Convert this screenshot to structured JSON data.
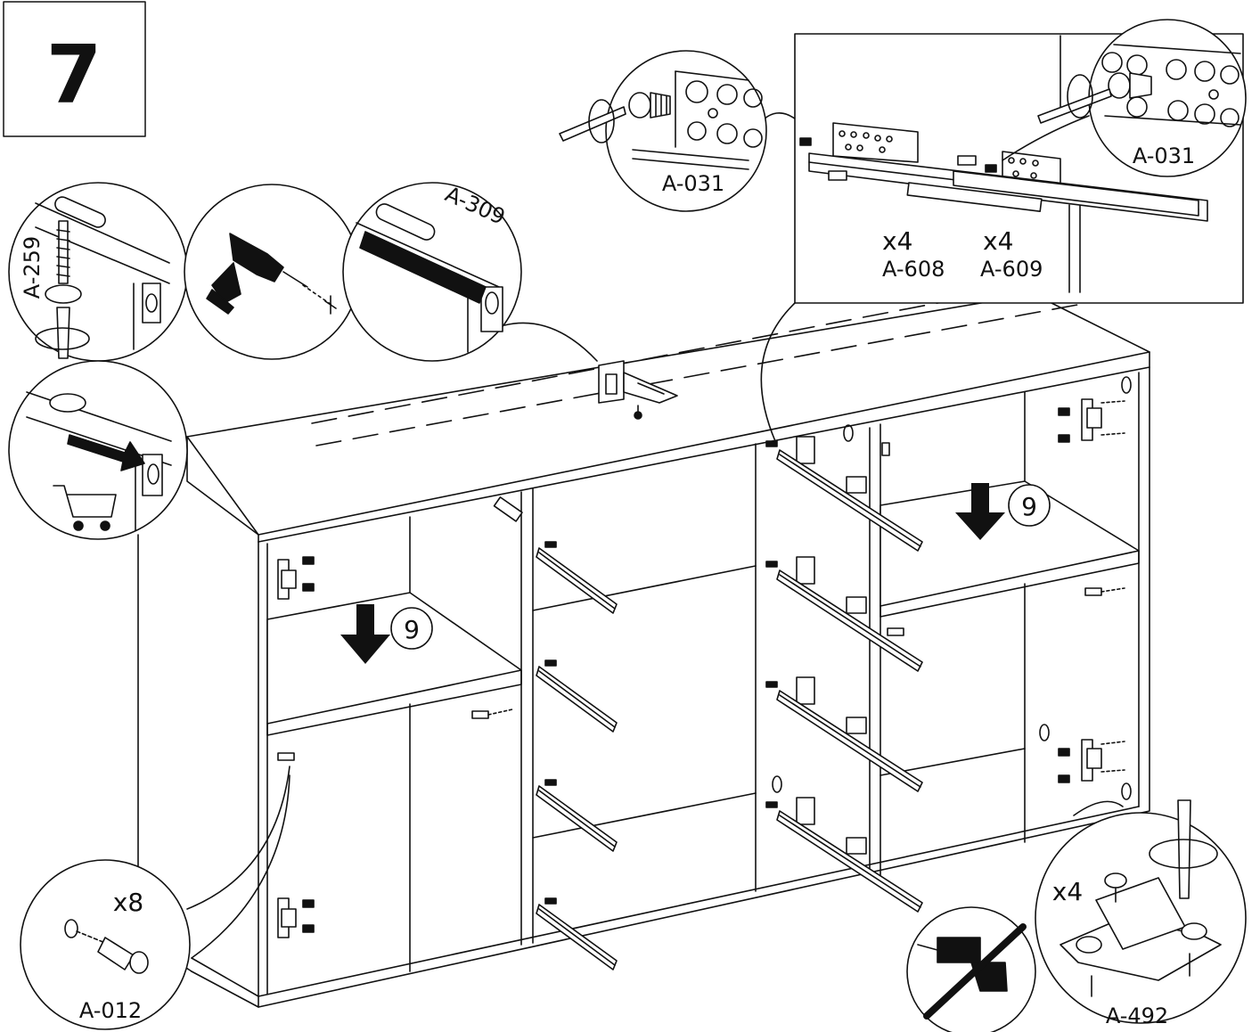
{
  "step": {
    "number": "7"
  },
  "parts": {
    "a031_left": "A-031",
    "a031_right": "A-031",
    "a608": "A-608",
    "a609": "A-609",
    "a259": "A-259",
    "a309": "A-309",
    "a012": "A-012",
    "a492": "A-492"
  },
  "quantities": {
    "a608_qty": "x4",
    "a609_qty": "x4",
    "a012_qty": "x8",
    "a492_qty": "x4"
  },
  "references": {
    "step_ref_left": "9",
    "step_ref_right": "9"
  },
  "icons": [
    "drill-icon",
    "screwdriver-icon",
    "cart-icon",
    "no-drill-icon",
    "rotate-arrow-icon",
    "push-arrow-icon"
  ],
  "colors": {
    "ink": "#111111",
    "paper": "#ffffff",
    "arrow": "#111111"
  }
}
